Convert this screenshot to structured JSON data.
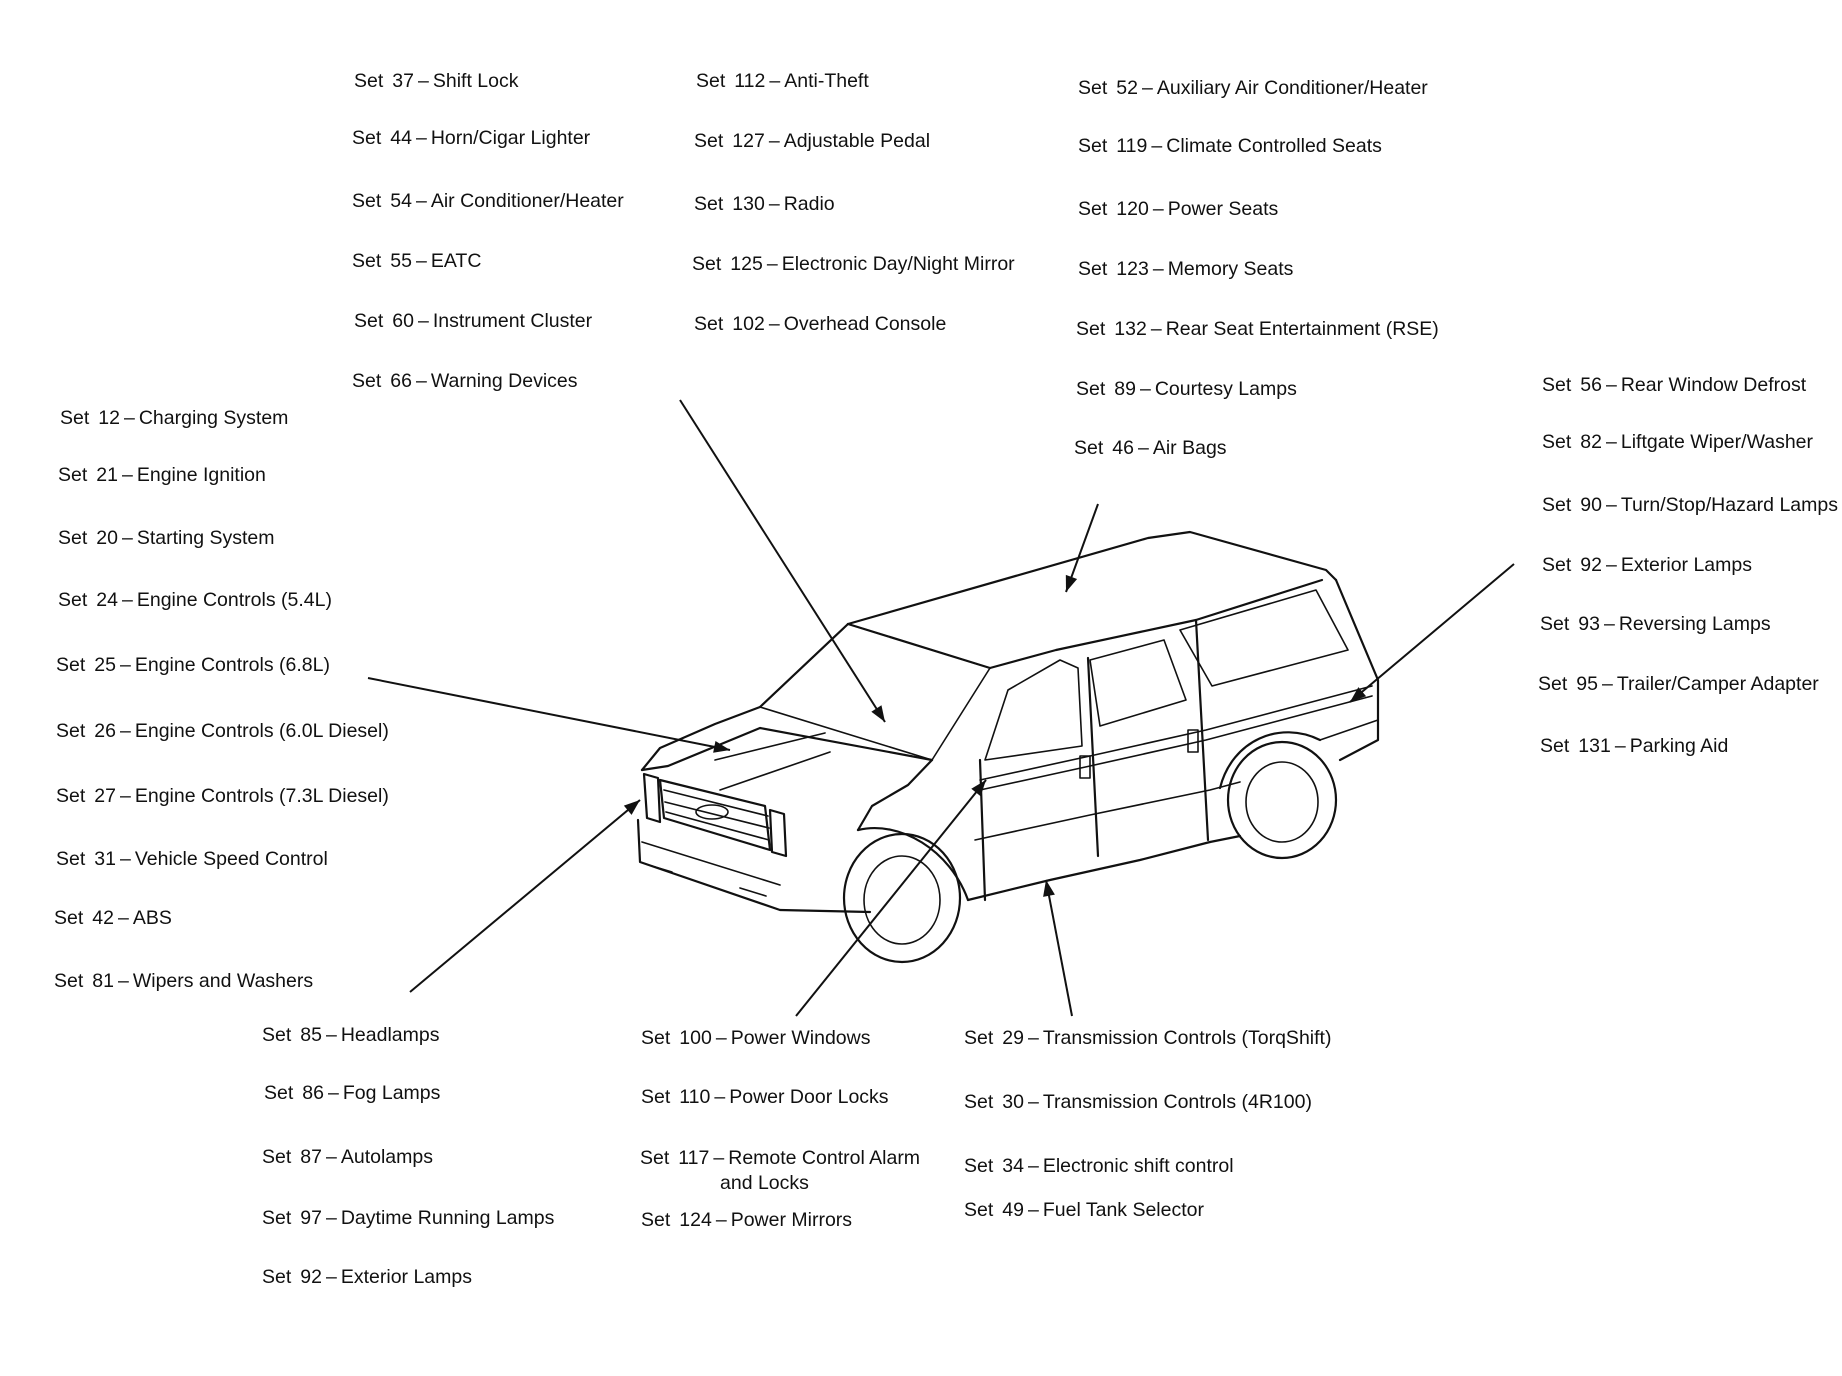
{
  "labels": [
    {
      "id": "set-37",
      "set": "Set",
      "num": "37",
      "name": "Shift Lock"
    },
    {
      "id": "set-44",
      "set": "Set",
      "num": "44",
      "name": "Horn/Cigar Lighter"
    },
    {
      "id": "set-54",
      "set": "Set",
      "num": "54",
      "name": "Air Conditioner/Heater"
    },
    {
      "id": "set-55",
      "set": "Set",
      "num": "55",
      "name": "EATC"
    },
    {
      "id": "set-60",
      "set": "Set",
      "num": "60",
      "name": "Instrument Cluster"
    },
    {
      "id": "set-66",
      "set": "Set",
      "num": "66",
      "name": "Warning Devices"
    },
    {
      "id": "set-112",
      "set": "Set",
      "num": "112",
      "name": "Anti-Theft"
    },
    {
      "id": "set-127",
      "set": "Set",
      "num": "127",
      "name": "Adjustable Pedal"
    },
    {
      "id": "set-130",
      "set": "Set",
      "num": "130",
      "name": "Radio"
    },
    {
      "id": "set-125",
      "set": "Set",
      "num": "125",
      "name": "Electronic Day/Night Mirror"
    },
    {
      "id": "set-102",
      "set": "Set",
      "num": "102",
      "name": "Overhead Console"
    },
    {
      "id": "set-52",
      "set": "Set",
      "num": "52",
      "name": "Auxiliary Air Conditioner/Heater"
    },
    {
      "id": "set-119",
      "set": "Set",
      "num": "119",
      "name": "Climate Controlled Seats"
    },
    {
      "id": "set-120",
      "set": "Set",
      "num": "120",
      "name": "Power Seats"
    },
    {
      "id": "set-123",
      "set": "Set",
      "num": "123",
      "name": "Memory Seats"
    },
    {
      "id": "set-132",
      "set": "Set",
      "num": "132",
      "name": "Rear Seat Entertainment (RSE)"
    },
    {
      "id": "set-89",
      "set": "Set",
      "num": "89",
      "name": "Courtesy Lamps"
    },
    {
      "id": "set-46",
      "set": "Set",
      "num": "46",
      "name": "Air Bags"
    },
    {
      "id": "set-56",
      "set": "Set",
      "num": "56",
      "name": "Rear Window Defrost"
    },
    {
      "id": "set-82",
      "set": "Set",
      "num": "82",
      "name": "Liftgate Wiper/Washer"
    },
    {
      "id": "set-90",
      "set": "Set",
      "num": "90",
      "name": "Turn/Stop/Hazard Lamps"
    },
    {
      "id": "set-92-right",
      "set": "Set",
      "num": "92",
      "name": "Exterior Lamps"
    },
    {
      "id": "set-93",
      "set": "Set",
      "num": "93",
      "name": "Reversing Lamps"
    },
    {
      "id": "set-95",
      "set": "Set",
      "num": "95",
      "name": "Trailer/Camper Adapter"
    },
    {
      "id": "set-131",
      "set": "Set",
      "num": "131",
      "name": "Parking Aid"
    },
    {
      "id": "set-12",
      "set": "Set",
      "num": "12",
      "name": "Charging System"
    },
    {
      "id": "set-21",
      "set": "Set",
      "num": "21",
      "name": "Engine Ignition"
    },
    {
      "id": "set-20",
      "set": "Set",
      "num": "20",
      "name": "Starting System"
    },
    {
      "id": "set-24",
      "set": "Set",
      "num": "24",
      "name": "Engine Controls (5.4L)"
    },
    {
      "id": "set-25",
      "set": "Set",
      "num": "25",
      "name": "Engine Controls (6.8L)"
    },
    {
      "id": "set-26",
      "set": "Set",
      "num": "26",
      "name": "Engine Controls (6.0L Diesel)"
    },
    {
      "id": "set-27",
      "set": "Set",
      "num": "27",
      "name": "Engine Controls (7.3L Diesel)"
    },
    {
      "id": "set-31",
      "set": "Set",
      "num": "31",
      "name": "Vehicle Speed Control"
    },
    {
      "id": "set-42",
      "set": "Set",
      "num": "42",
      "name": "ABS"
    },
    {
      "id": "set-81",
      "set": "Set",
      "num": "81",
      "name": "Wipers and Washers"
    },
    {
      "id": "set-85",
      "set": "Set",
      "num": "85",
      "name": "Headlamps"
    },
    {
      "id": "set-86",
      "set": "Set",
      "num": "86",
      "name": "Fog Lamps"
    },
    {
      "id": "set-87",
      "set": "Set",
      "num": "87",
      "name": "Autolamps"
    },
    {
      "id": "set-97",
      "set": "Set",
      "num": "97",
      "name": "Daytime Running Lamps"
    },
    {
      "id": "set-92-bottom",
      "set": "Set",
      "num": "92",
      "name": "Exterior Lamps"
    },
    {
      "id": "set-100",
      "set": "Set",
      "num": "100",
      "name": "Power Windows"
    },
    {
      "id": "set-110",
      "set": "Set",
      "num": "110",
      "name": "Power Door Locks"
    },
    {
      "id": "set-117",
      "set": "Set",
      "num": "117",
      "name": "Remote Control Alarm",
      "name2": "and Locks"
    },
    {
      "id": "set-124",
      "set": "Set",
      "num": "124",
      "name": "Power Mirrors"
    },
    {
      "id": "set-29",
      "set": "Set",
      "num": "29",
      "name": "Transmission Controls (TorqShift)"
    },
    {
      "id": "set-30",
      "set": "Set",
      "num": "30",
      "name": "Transmission Controls (4R100)"
    },
    {
      "id": "set-34",
      "set": "Set",
      "num": "34",
      "name": "Electronic shift control"
    },
    {
      "id": "set-49",
      "set": "Set",
      "num": "49",
      "name": "Fuel Tank Selector"
    }
  ],
  "dash": "–"
}
